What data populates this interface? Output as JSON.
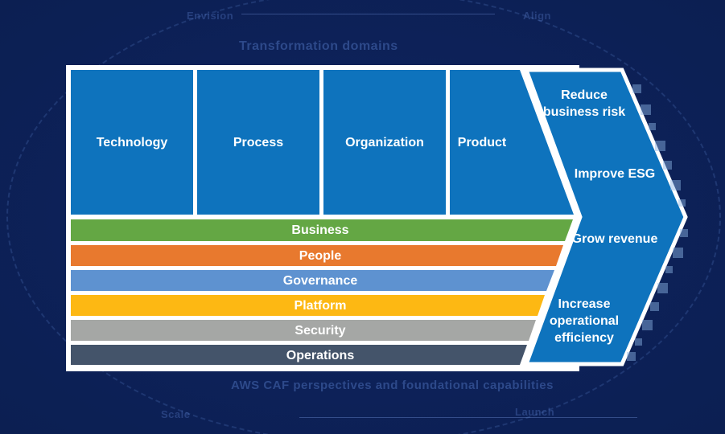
{
  "background_annotations": {
    "top_label": "Transformation domains",
    "bottom_label": "AWS CAF perspectives and foundational capabilities",
    "corner_top_left": "Envision",
    "corner_top_right": "Align",
    "corner_bottom_left": "Scale",
    "corner_bottom_right": "Launch"
  },
  "transformation_domains": [
    {
      "label": "Technology"
    },
    {
      "label": "Process"
    },
    {
      "label": "Organization"
    },
    {
      "label": "Product"
    }
  ],
  "caf_perspectives": [
    {
      "label": "Business",
      "color": "#64a744"
    },
    {
      "label": "People",
      "color": "#e8792e"
    },
    {
      "label": "Governance",
      "color": "#5e92d0"
    },
    {
      "label": "Platform",
      "color": "#fdb813"
    },
    {
      "label": "Security",
      "color": "#a5a7a5"
    },
    {
      "label": "Operations",
      "color": "#44546a"
    }
  ],
  "business_outcomes": [
    {
      "label": "Reduce business risk"
    },
    {
      "label": "Improve ESG"
    },
    {
      "label": "Grow revenue"
    },
    {
      "label": "Increase operational efficiency"
    }
  ],
  "colors": {
    "background": "#0d2157",
    "panel": "#ffffff",
    "domain_box": "#0e73bd",
    "arrow": "#0e73bd",
    "label_text": "#ffffff"
  }
}
